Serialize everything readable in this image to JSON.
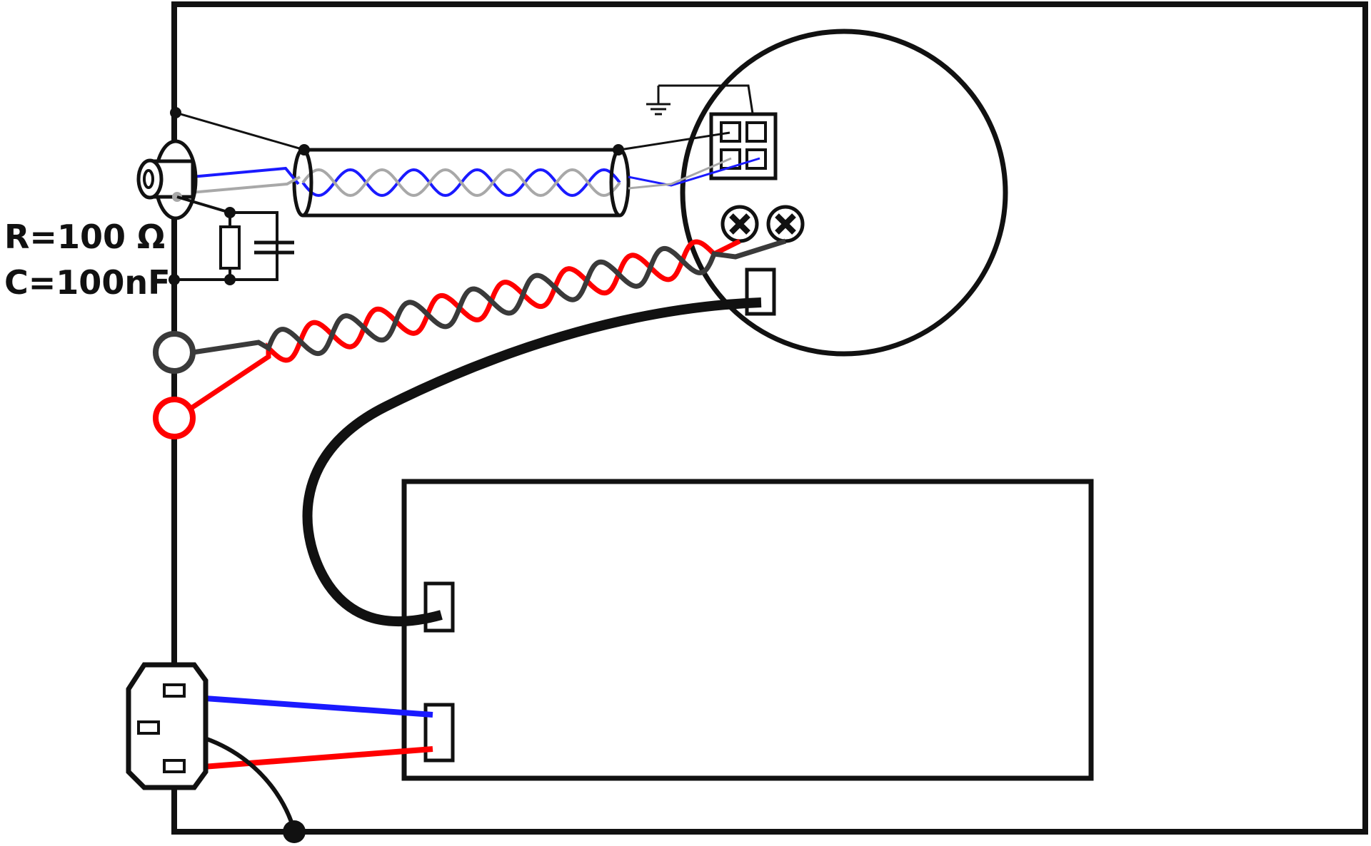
{
  "labels": {
    "resistor": "R=100 Ω",
    "capacitor": "C=100nF"
  },
  "colors": {
    "outline": "#111111",
    "wire_red": "#ff0000",
    "wire_dark": "#3a3a3a",
    "wire_blue": "#1a1aff",
    "wire_gray": "#a8a8a8",
    "background": "#ffffff"
  },
  "components": [
    "chassis-enclosure",
    "bnc-connector",
    "shielded-twisted-pair-cable",
    "rc-filter",
    "ground-symbol",
    "circular-module",
    "four-pin-connector",
    "screw-terminal",
    "binding-post-black",
    "binding-post-red",
    "power-supply-box",
    "iec-power-inlet",
    "chassis-ground-point"
  ]
}
